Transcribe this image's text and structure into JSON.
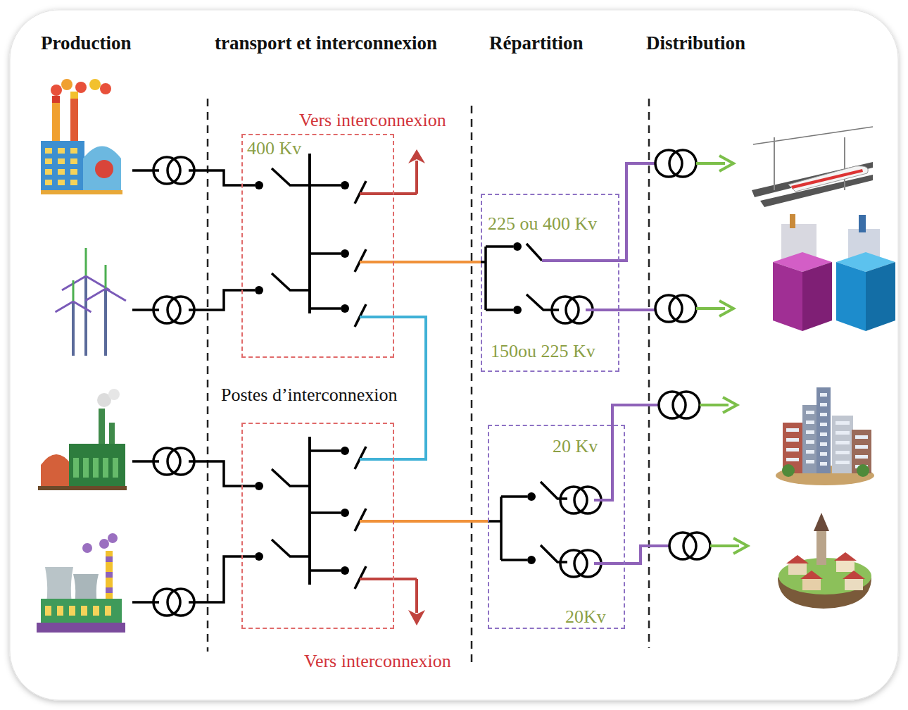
{
  "diagram": {
    "nodes": [
      {
        "text": [
          "400 Kv"
        ]
      },
      {
        "text": [
          "Postes d’interconnexion"
        ]
      },
      {
        "text": [
          "225 ou 400 Kv",
          "150ou 225 Kv"
        ]
      },
      {
        "text": [
          "20 Kv",
          "20Kv"
        ]
      }
    ],
    "edges": [
      {
        "from": 0,
        "to": 2,
        "arrow": "none"
      },
      {
        "from": 0,
        "to": 1,
        "arrow": "none"
      },
      {
        "from": 1,
        "to": 3,
        "arrow": "none"
      }
    ],
    "labels": [
      "Production",
      "transport et interconnexion",
      "Répartition",
      "Distribution",
      "Vers interconnexion",
      "Vers interconnexion"
    ]
  }
}
